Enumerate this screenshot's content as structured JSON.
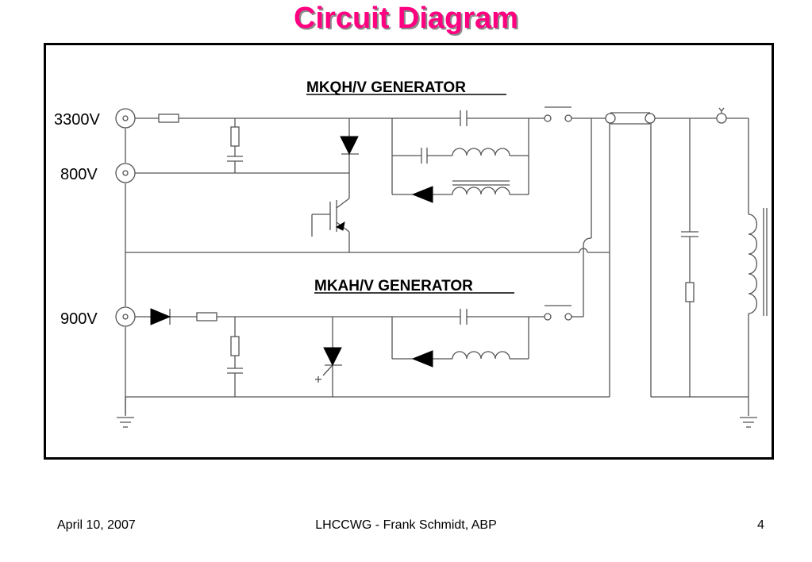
{
  "slide": {
    "title": "Circuit Diagram",
    "page_number": "4"
  },
  "diagram": {
    "generator_top_label": "MKQH/V GENERATOR",
    "generator_bottom_label": "MKAH/V GENERATOR",
    "voltages": {
      "v3300": "3300V",
      "v800": "800V",
      "v900": "900V"
    }
  },
  "footer": {
    "date": "April 10, 2007",
    "author": "LHCCWG - Frank Schmidt, ABP"
  },
  "colors": {
    "title": "#ff0080",
    "title_shadow": "#8a8a8a",
    "line": "#555555"
  }
}
